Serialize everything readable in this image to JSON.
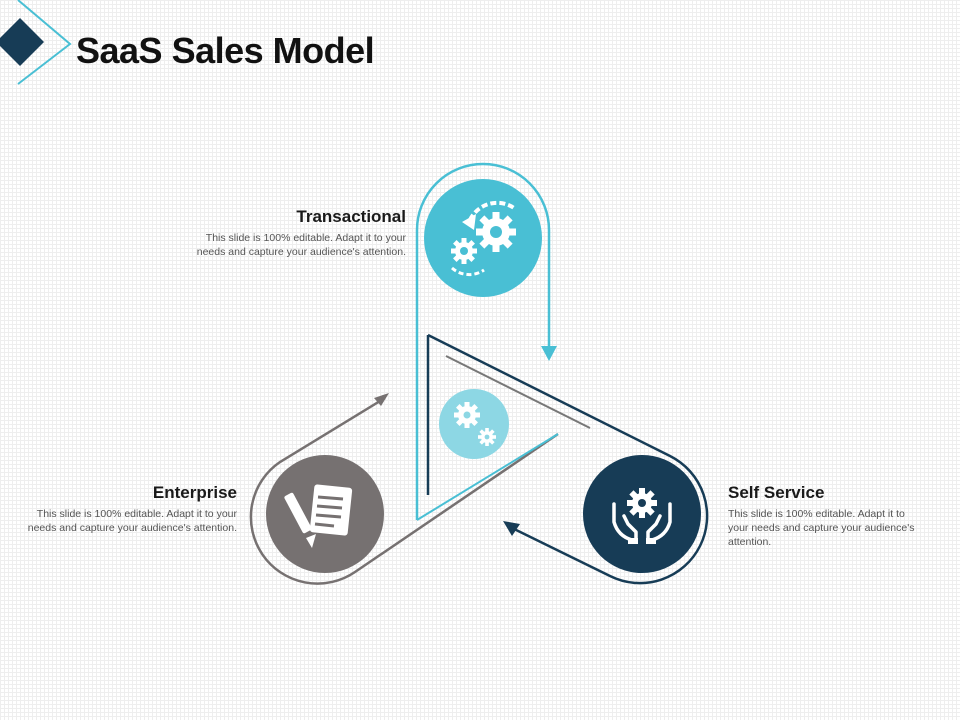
{
  "title": "SaaS Sales Model",
  "colors": {
    "accent_teal": "#49BFD4",
    "accent_light_teal": "#8DD7E4",
    "navy": "#173C56",
    "gray": "#767171",
    "line_gray": "#777777"
  },
  "stages": [
    {
      "name": "Transactional",
      "description": "This slide is 100% editable. Adapt it to your needs and capture your audience's attention.",
      "icon": "gears-refresh-icon"
    },
    {
      "name": "Enterprise",
      "description": "This slide is 100% editable. Adapt it to your needs and capture your audience's attention.",
      "icon": "document-pen-icon"
    },
    {
      "name": "Self Service",
      "description": "This slide is 100% editable. Adapt it to your needs and capture your audience's attention.",
      "icon": "hands-gear-icon"
    }
  ],
  "center_icon": "gears-icon"
}
